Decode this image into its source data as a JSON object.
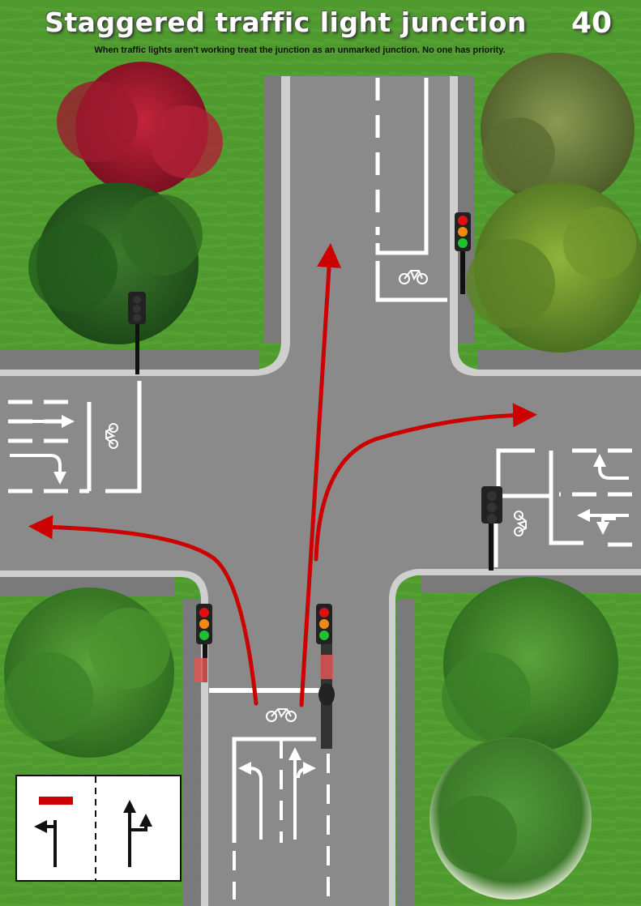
{
  "header": {
    "title": "Staggered traffic light junction",
    "number": "40",
    "subtitle": "When traffic lights aren't working treat the junction as an unmarked junction. No one has priority."
  },
  "colors": {
    "grass": "#4f9a2e",
    "road": "#8a8a8a",
    "kerb": "#c8c8c8",
    "route_arrow": "#cc0000",
    "marking": "#ffffff"
  },
  "icons": [
    "traffic-light-icon",
    "bicycle-icon",
    "lane-arrow-icon",
    "no-through-road-sign-icon",
    "ahead-or-right-sign-icon"
  ]
}
